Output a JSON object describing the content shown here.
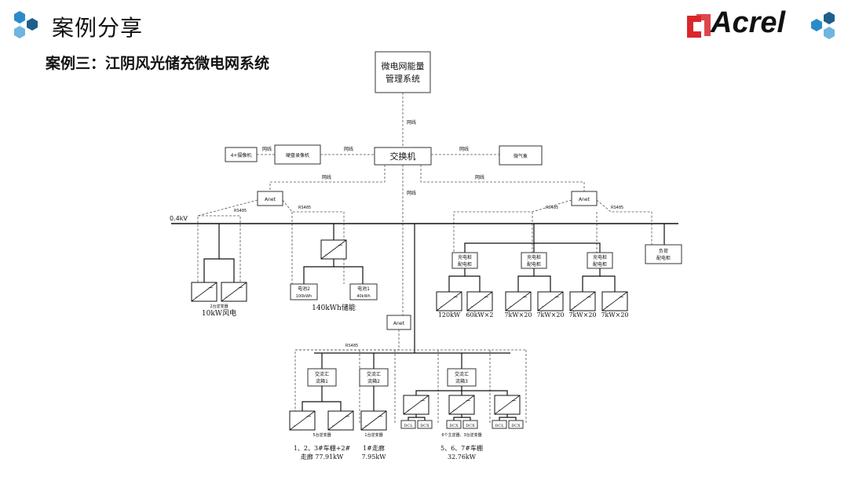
{
  "header": {
    "title": "案例分享",
    "subtitle": "案例三：江阴风光储充微电网系统",
    "logo_text": "Acrel"
  },
  "nodes": {
    "ems": [
      "微电网能量",
      "管理系统"
    ],
    "switch": "交换机",
    "camera": "4+摄像机",
    "nvr": "硬盘录像机",
    "weather": "微气象",
    "anet_left": "Anet",
    "anet_right": "Anet",
    "anet_center": "Anet",
    "busbar": "0.4kV",
    "battery2": [
      "电池2",
      "100kWh"
    ],
    "battery1": [
      "电池1",
      "40kWh"
    ],
    "charge_cabinet": [
      "充电桩",
      "配电柜"
    ],
    "load_cabinet": [
      "负荷",
      "配电柜"
    ],
    "combiner1": [
      "交流汇",
      "流箱1"
    ],
    "combiner2": [
      "交流汇",
      "流箱2"
    ],
    "combiner3": [
      "交流汇",
      "流箱3"
    ],
    "dcdc": "DCX",
    "dcdc_alt": "DCL"
  },
  "links": {
    "network": "网线",
    "rs485": "RS485"
  },
  "labels": {
    "wind_inverters": "2台逆变器",
    "wind": "10kW风电",
    "storage": "140kWh储能",
    "ch120": "120kW",
    "ch60": "60kW×2",
    "ch7": "7kW×20",
    "pv1_inverters": "5台逆变器",
    "pv1_line1": "1、2、3#车棚+2#",
    "pv1_line2": "走廊 77.91kW",
    "pv2_inverters": "1台逆变器",
    "pv2_line1": "1#走廊",
    "pv2_line2": "7.95kW",
    "pv3_inverters": "6个主逆器、3台逆变器",
    "pv3_line1": "5、6、7#车棚",
    "pv3_line2": "32.76kW"
  },
  "colors": {
    "logo_red": "#d9262c",
    "accent_blue": "#2a8bc9",
    "accent_dark": "#1e5f8c"
  }
}
